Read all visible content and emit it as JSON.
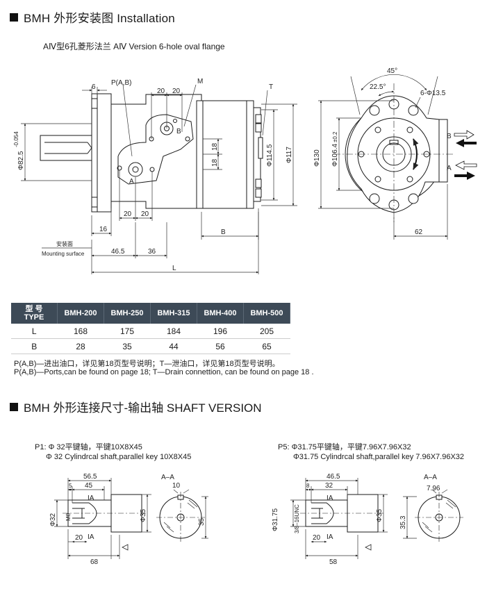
{
  "section1": {
    "title": "BMH 外形安装图 Installation",
    "subtitle": "AⅣ型6孔菱形法兰  AⅣ Version 6-hole oval flange"
  },
  "front_view": {
    "labels": {
      "p_ab": "P(A,B)",
      "m": "M",
      "t": "T",
      "a": "A",
      "b": "B",
      "mounting_cn": "安装面",
      "mounting_en": "Mounting surface"
    },
    "dims": {
      "d6": "6",
      "d20a": "20",
      "d20b": "20",
      "d20c": "20",
      "d20d": "20",
      "d16": "16",
      "d46_5": "46.5",
      "d36": "36",
      "dL": "L",
      "dB": "B",
      "d18a": "18",
      "d18b": "18",
      "d114_5": "Φ114.5",
      "d117": "Φ117",
      "d82_5": "Φ82.5",
      "d82_5_tol": "-0.054"
    }
  },
  "side_view": {
    "dims": {
      "angle45": "45°",
      "angle22_5": "22.5°",
      "holes": "6-Φ13.5",
      "d130": "Φ130",
      "d106_4": "Φ106.4",
      "d106_4_tol": "±0.2",
      "d62": "62"
    },
    "ports": {
      "b": "B",
      "a": "A"
    }
  },
  "spec_table": {
    "header_cn": "型 号",
    "header_en": "TYPE",
    "models": [
      "BMH-200",
      "BMH-250",
      "BMH-315",
      "BMH-400",
      "BMH-500"
    ],
    "rows": [
      {
        "label": "L",
        "values": [
          "168",
          "175",
          "184",
          "196",
          "205"
        ]
      },
      {
        "label": "B",
        "values": [
          "28",
          "35",
          "44",
          "56",
          "65"
        ]
      }
    ]
  },
  "notes": {
    "cn": "P(A,B)—进出油口，详见第18页型号说明；T—泄油口，详见第18页型号说明。",
    "en": "P(A,B)—Ports,can be found on page 18; T—Drain connettion, can be found on page 18 ."
  },
  "section2": {
    "title": "BMH 外形连接尺寸-输出轴 SHAFT VERSION"
  },
  "shaft_p1": {
    "title_cn": "P1: Φ 32平键轴，平键10X8X45",
    "title_en": "Φ 32 Cylindrcal shaft,parallel key 10X8X45",
    "dims": {
      "d56_5": "56.5",
      "d5": "5",
      "d45": "45",
      "d32": "Φ32",
      "m8": "M8",
      "d35": "Φ35",
      "d20": "20",
      "d68": "68",
      "ia_top": "IA",
      "ia_bot": "IA",
      "aa": "A–A",
      "d10": "10",
      "d35_side": "35"
    }
  },
  "shaft_p5": {
    "title_cn": "P5: Φ31.75平键轴，平键7.96X7.96X32",
    "title_en": "Φ31.75 Cylindrcal shaft,parallel key 7.96X7.96X32",
    "dims": {
      "d46_5": "46.5",
      "d8": "8",
      "d32": "32",
      "d31_75": "Φ31.75",
      "unc": "3/8–16UNC",
      "d35": "Φ35",
      "d20": "20",
      "d58": "58",
      "ia_top": "IA",
      "ia_bot": "IA",
      "aa": "A–A",
      "d7_96": "7.96",
      "d35_3": "35.3"
    }
  },
  "colors": {
    "table_header": "#3d4a57",
    "housing": "#ffffff",
    "line": "#1a1a1a",
    "arrow": "#111111"
  }
}
